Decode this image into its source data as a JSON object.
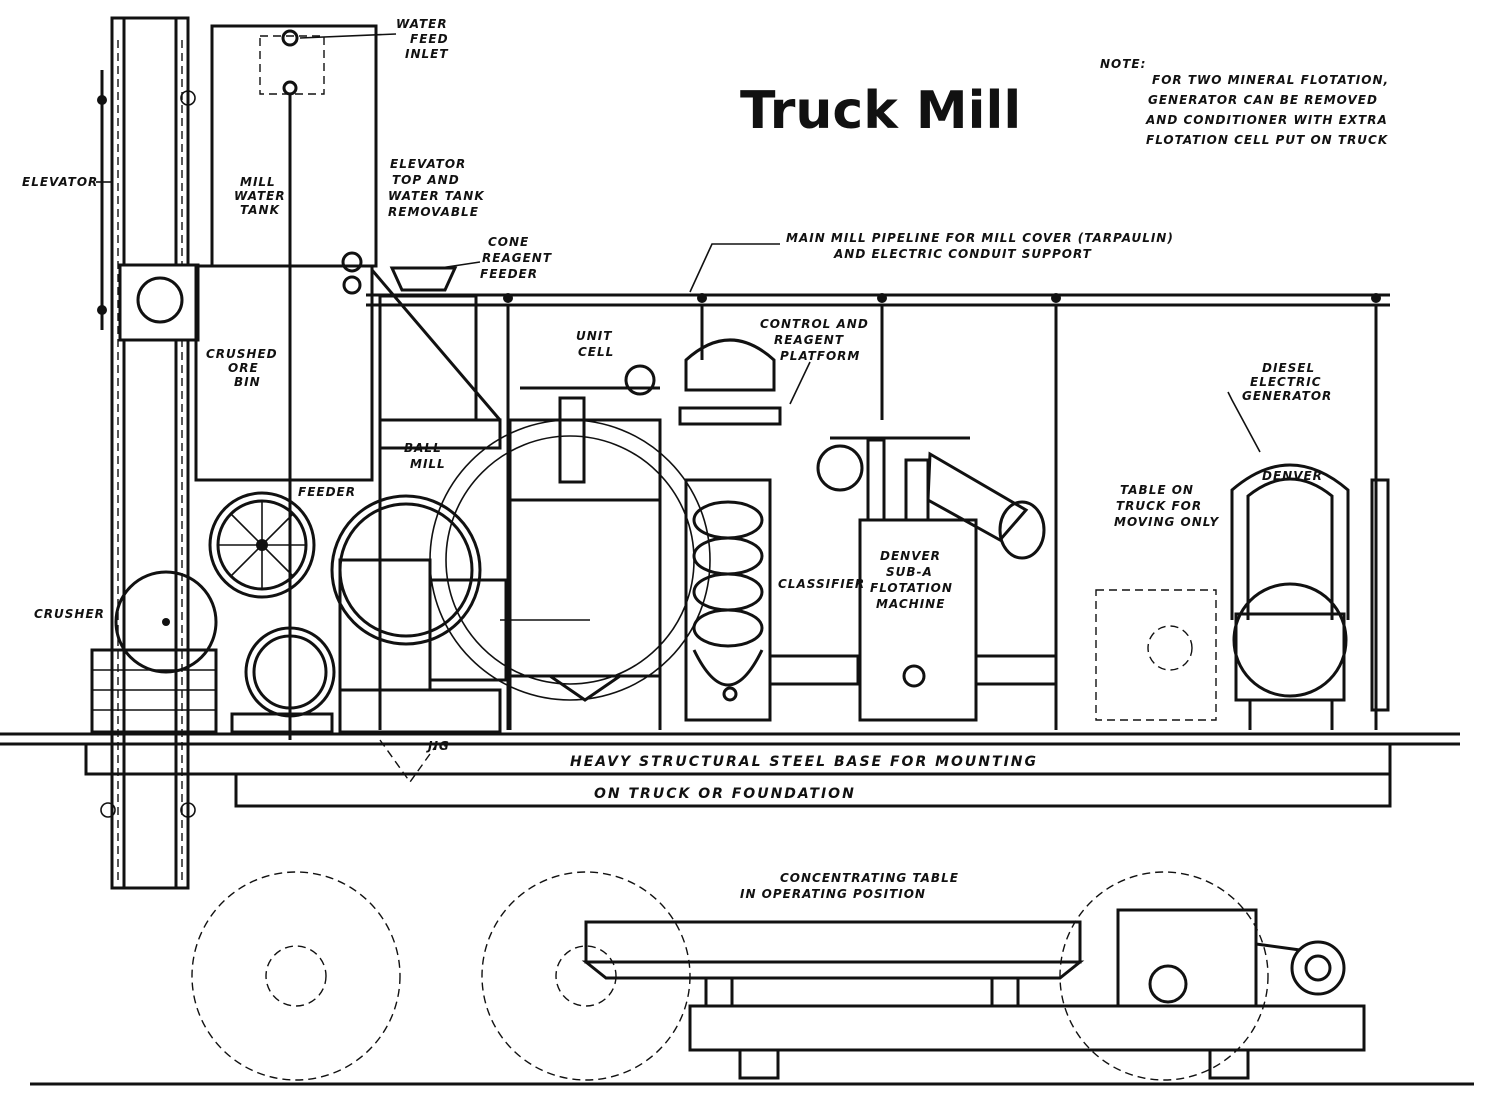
{
  "title": "Truck Mill",
  "note": {
    "heading": "NOTE:",
    "lines": [
      "FOR TWO MINERAL FLOTATION,",
      "GENERATOR CAN BE REMOVED",
      "AND CONDITIONER WITH EXTRA",
      "FLOTATION CELL PUT ON TRUCK"
    ]
  },
  "labels": {
    "water_feed_inlet": [
      "WATER",
      "FEED",
      "INLET"
    ],
    "elevator": "ELEVATOR",
    "mill_water_tank": [
      "MILL",
      "WATER",
      "TANK"
    ],
    "elevator_top": [
      "ELEVATOR",
      "TOP AND",
      "WATER TANK",
      "REMOVABLE"
    ],
    "cone_reagent_feeder": [
      "CONE",
      "REAGENT",
      "FEEDER"
    ],
    "main_pipeline": [
      "MAIN MILL PIPELINE FOR MILL COVER (TARPAULIN)",
      "AND ELECTRIC CONDUIT SUPPORT"
    ],
    "crushed_ore_bin": [
      "CRUSHED",
      "ORE",
      "BIN"
    ],
    "unit_cell": [
      "UNIT",
      "CELL"
    ],
    "control_platform": [
      "CONTROL AND",
      "REAGENT",
      "PLATFORM"
    ],
    "diesel_generator": [
      "DIESEL",
      "ELECTRIC",
      "GENERATOR"
    ],
    "ball_mill": [
      "BALL",
      "MILL"
    ],
    "feeder": "FEEDER",
    "table_on_truck": [
      "TABLE ON",
      "TRUCK FOR",
      "MOVING ONLY"
    ],
    "denver_flotation": [
      "DENVER",
      "SUB-A",
      "FLOTATION",
      "MACHINE"
    ],
    "denver_nameplate": "DENVER",
    "classifier": "CLASSIFIER",
    "crusher": "CRUSHER",
    "jig": "JIG",
    "base": [
      "HEAVY STRUCTURAL STEEL BASE FOR MOUNTING",
      "ON TRUCK OR FOUNDATION"
    ],
    "concentrating_table": [
      "CONCENTRATING TABLE",
      "IN OPERATING POSITION"
    ]
  }
}
